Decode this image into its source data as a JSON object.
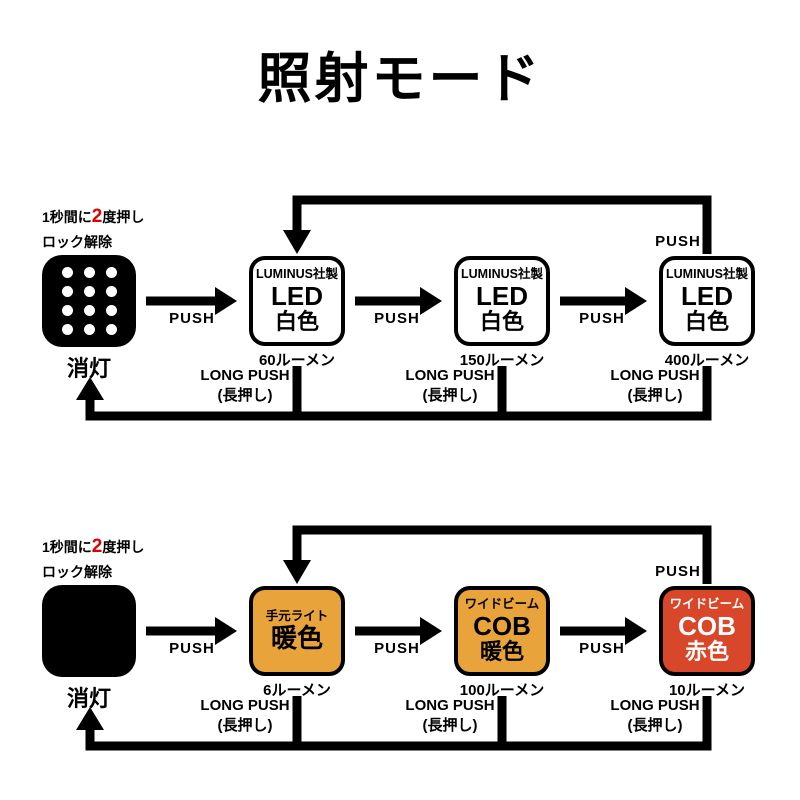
{
  "title": "照射モード",
  "colors": {
    "accent_red": "#DD0000",
    "amber": "#E8A33B",
    "red": "#D9472B",
    "white": "#FFFFFF",
    "black": "#000000"
  },
  "labels": {
    "push": "PUSH",
    "long_push": "LONG PUSH",
    "long_push_sub": "(長押し)"
  },
  "unlock": {
    "pre": "1秒間に",
    "count": "2",
    "post": "度押し",
    "line2": "ロック解除"
  },
  "diagram_top": {
    "off_label": "消灯",
    "boxes": [
      {
        "maker": "LUMINUS社製",
        "main": "LED",
        "sub": "白色",
        "lumens": "60ルーメン",
        "bg": "#FFFFFF",
        "fg": "#000000"
      },
      {
        "maker": "LUMINUS社製",
        "main": "LED",
        "sub": "白色",
        "lumens": "150ルーメン",
        "bg": "#FFFFFF",
        "fg": "#000000"
      },
      {
        "maker": "LUMINUS社製",
        "main": "LED",
        "sub": "白色",
        "lumens": "400ルーメン",
        "bg": "#FFFFFF",
        "fg": "#000000"
      }
    ]
  },
  "diagram_bottom": {
    "off_label": "消灯",
    "boxes": [
      {
        "maker": "手元ライト",
        "main": "暖色",
        "sub": "",
        "lumens": "6ルーメン",
        "bg": "#E8A33B",
        "fg": "#000000"
      },
      {
        "maker": "ワイドビーム",
        "main": "COB",
        "sub": "暖色",
        "lumens": "100ルーメン",
        "bg": "#E8A33B",
        "fg": "#000000"
      },
      {
        "maker": "ワイドビーム",
        "main": "COB",
        "sub": "赤色",
        "lumens": "10ルーメン",
        "bg": "#D9472B",
        "fg": "#FFFFFF"
      }
    ]
  }
}
